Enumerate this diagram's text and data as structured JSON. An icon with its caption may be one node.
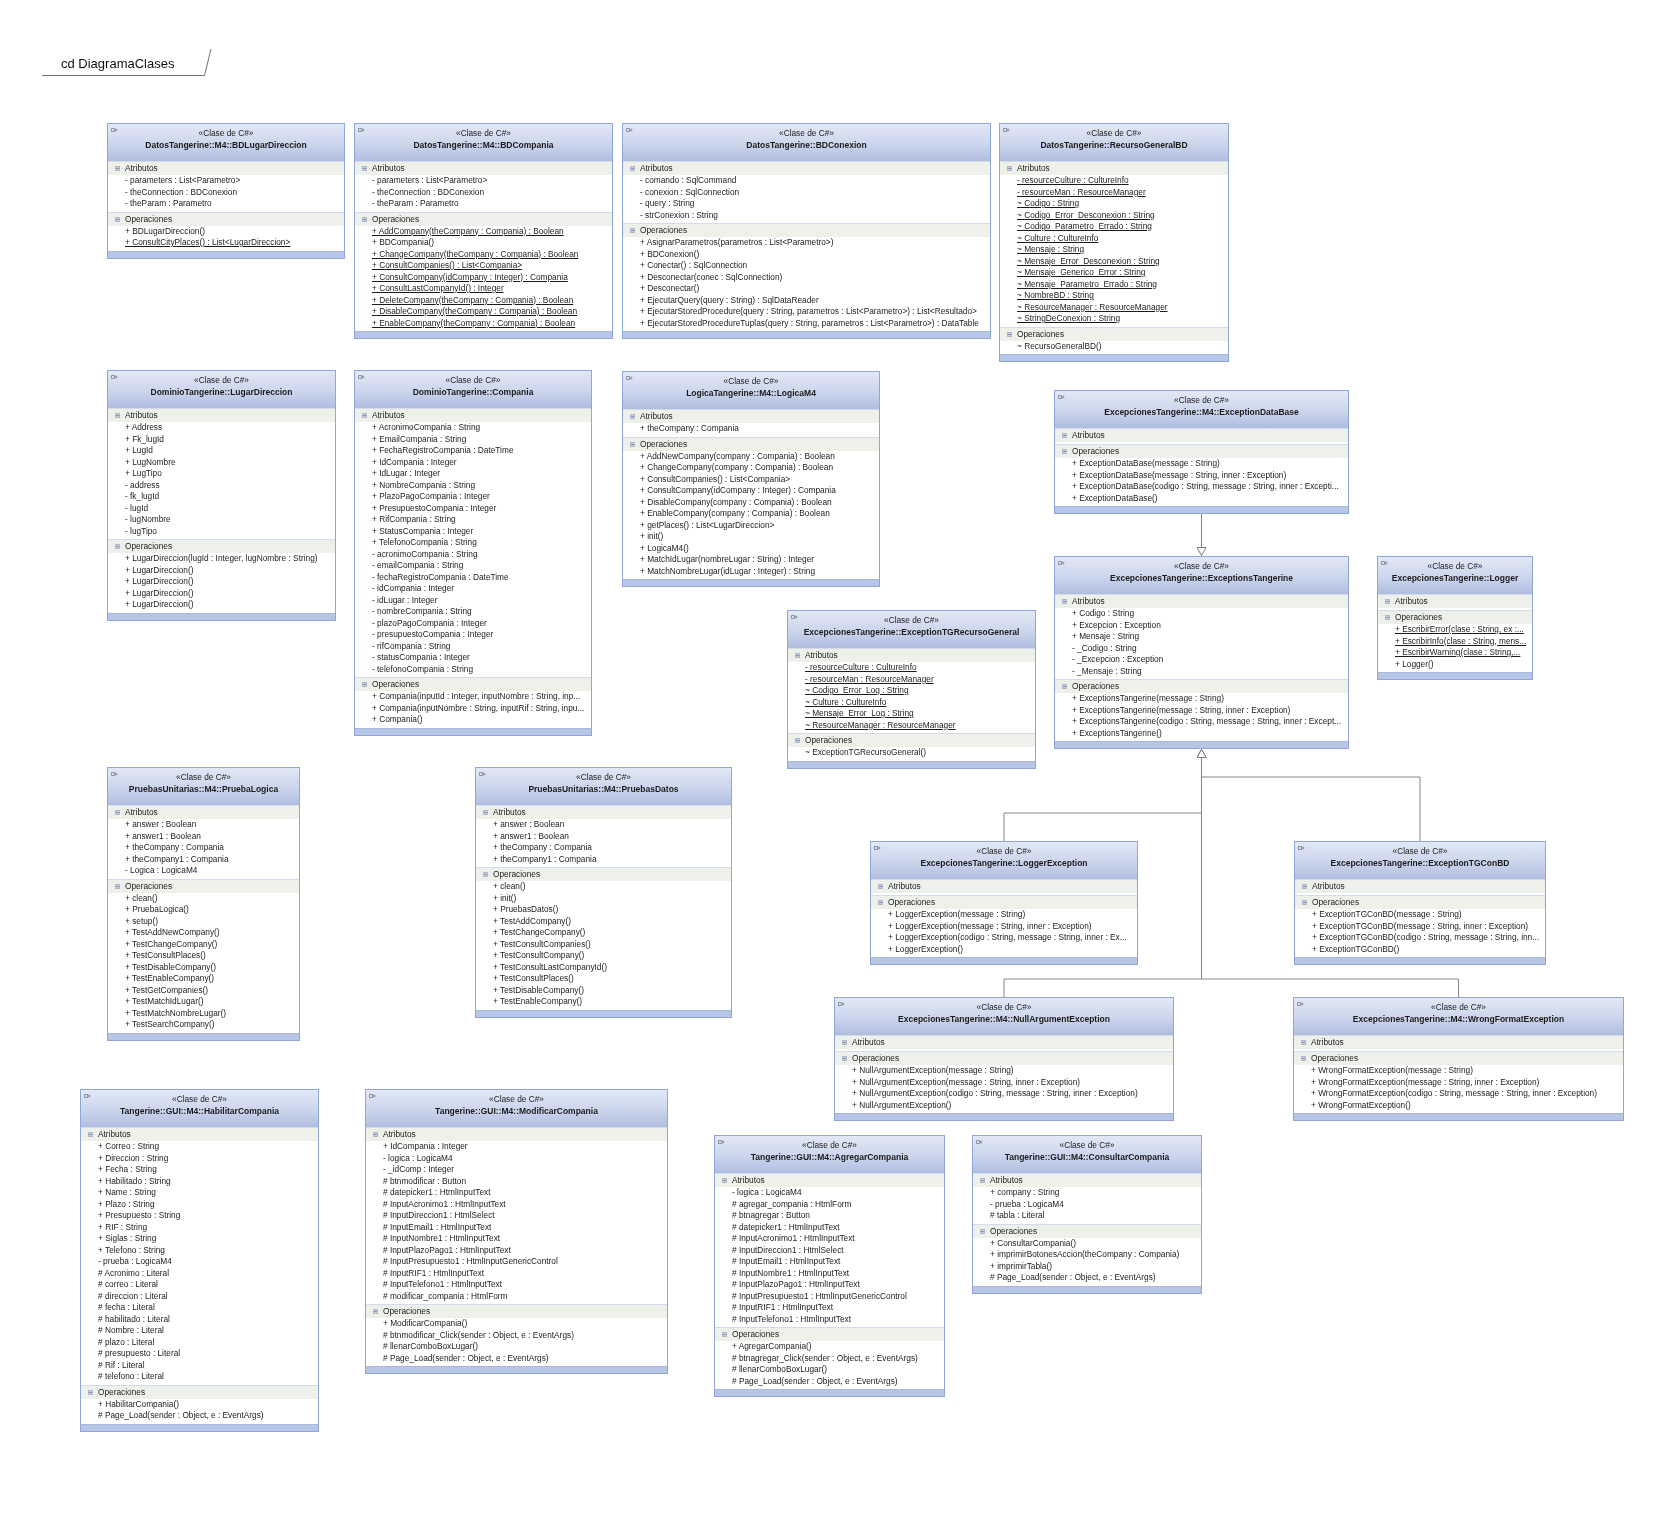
{
  "diagram": {
    "title": "cd DiagramaClases",
    "nodes": [
      {
        "text": [
          "«Clase de C#»",
          "DatosTangerine::M4::BDLugarDireccion"
        ]
      },
      {
        "text": [
          "Atributos",
          "- parameters : List<Parametro>",
          "- theConnection : BDConexion",
          "- theParam : Parametro"
        ],
        "in": 0
      },
      {
        "text": [
          "Operaciones",
          "+ BDLugarDireccion()",
          "+ ConsultCityPlaces() : List<LugarDireccion>"
        ],
        "in": 0
      },
      {
        "text": [
          "«Clase de C#»",
          "DatosTangerine::M4::BDCompania"
        ]
      },
      {
        "text": [
          "Atributos",
          "- parameters : List<Parametro>",
          "- theConnection : BDConexion",
          "- theParam : Parametro"
        ],
        "in": 3
      },
      {
        "text": [
          "Operaciones",
          "+ AddCompany(theCompany : Compania) : Boolean",
          "+ BDCompania()",
          "+ ChangeCompany(theCompany : Compania) : Boolean",
          "+ ConsultCompanies() : List<Compania>",
          "+ ConsultCompany(idCompany : Integer) : Compania",
          "+ ConsultLastCompanyId() : Integer",
          "+ DeleteCompany(theCompany : Compania) : Boolean",
          "+ DisableCompany(theCompany : Compania) : Boolean",
          "+ EnableCompany(theCompany : Compania) : Boolean"
        ],
        "in": 3
      },
      {
        "text": [
          "«Clase de C#»",
          "DatosTangerine::BDConexion"
        ]
      },
      {
        "text": [
          "Atributos",
          "- comando : SqlCommand",
          "- conexion : SqlConnection",
          "- query : String",
          "- strConexion : String"
        ],
        "in": 6
      },
      {
        "text": [
          "Operaciones",
          "+ AsignarParametros(parametros : List<Parametro>)",
          "+ BDConexion()",
          "+ Conectar() : SqlConnection",
          "+ Desconectar(conec : SqlConnection)",
          "+ Desconectar()",
          "+ EjecutarQuery(query : String) : SqlDataReader",
          "+ EjecutarStoredProcedure(query : String, parametros : List<Parametro>) : List<Resultado>",
          "+ EjecutarStoredProcedureTuplas(query : String, parametros : List<Parametro>) : DataTable"
        ],
        "in": 6
      },
      {
        "text": [
          "«Clase de C#»",
          "DatosTangerine::RecursoGeneralBD"
        ]
      },
      {
        "text": [
          "Atributos",
          "- resourceCulture : CultureInfo",
          "- resourceMan : ResourceManager",
          "~ Codigo : String",
          "~ Codigo_Error_Desconexion : String",
          "~ Codigo_Parametro_Errado : String",
          "~ Culture : CultureInfo",
          "~ Mensaje : String",
          "~ Mensaje_Error_Desconexion : String",
          "~ Mensaje_Generico_Error : String",
          "~ Mensaje_Parametro_Errado : String",
          "~ NombreBD : String",
          "~ ResourceManager : ResourceManager",
          "~ StringDeConexion : String"
        ],
        "in": 9
      },
      {
        "text": [
          "Operaciones",
          "~ RecursoGeneralBD()"
        ],
        "in": 9
      },
      {
        "text": [
          "«Clase de C#»",
          "DominioTangerine::LugarDireccion"
        ]
      },
      {
        "text": [
          "Atributos",
          "+ Address",
          "+ Fk_lugId",
          "+ LugId",
          "+ LugNombre",
          "+ LugTipo",
          "- address",
          "- fk_lugId",
          "- lugId",
          "- lugNombre",
          "- lugTipo"
        ],
        "in": 12
      },
      {
        "text": [
          "Operaciones",
          "+ LugarDireccion(lugId : Integer, lugNombre : String)",
          "+ LugarDireccion()",
          "+ LugarDireccion()",
          "+ LugarDireccion()",
          "+ LugarDireccion()"
        ],
        "in": 12
      },
      {
        "text": [
          "«Clase de C#»",
          "DominioTangerine::Compania"
        ]
      },
      {
        "text": [
          "Atributos",
          "+ AcronimoCompania : String",
          "+ EmailCompania : String",
          "+ FechaRegistroCompania : DateTime",
          "+ IdCompania : Integer",
          "+ IdLugar : Integer",
          "+ NombreCompania : String",
          "+ PlazoPagoCompania : Integer",
          "+ PresupuestoCompania : Integer",
          "+ RifCompania : String",
          "+ StatusCompania : Integer",
          "+ TelefonoCompania : String",
          "- acronimoCompania : String",
          "- emailCompania : String",
          "- fechaRegistroCompania : DateTime",
          "- idCompania : Integer",
          "- idLugar : Integer",
          "- nombreCompania : String",
          "- plazoPagoCompania : Integer",
          "- presupuestoCompania : Integer",
          "- rifCompania : String",
          "- statusCompania : Integer",
          "- telefonoCompania : String"
        ],
        "in": 15
      },
      {
        "text": [
          "Operaciones",
          "+ Compania(inputId : Integer, inputNombre : String, inp...",
          "+ Compania(inputNombre : String, inputRif : String, inpu...",
          "+ Compania()"
        ],
        "in": 15
      },
      {
        "text": [
          "«Clase de C#»",
          "LogicaTangerine::M4::LogicaM4"
        ]
      },
      {
        "text": [
          "Atributos",
          "+ theCompany : Compania"
        ],
        "in": 18
      },
      {
        "text": [
          "Operaciones",
          "+ AddNewCompany(company : Compania) : Boolean",
          "+ ChangeCompany(company : Compania) : Boolean",
          "+ ConsultCompanies() : List<Compania>",
          "+ ConsultCompany(idCompany : Integer) : Compania",
          "+ DisableCompany(company : Compania) : Boolean",
          "+ EnableCompany(company : Compania) : Boolean",
          "+ getPlaces() : List<LugarDireccion>",
          "+ init()",
          "+ LogicaM4()",
          "+ MatchIdLugar(nombreLugar : String) : Integer",
          "+ MatchNombreLugar(idLugar : Integer) : String"
        ],
        "in": 18
      },
      {
        "text": [
          "«Clase de C#»",
          "ExcepcionesTangerine::M4::ExceptionDataBase"
        ]
      },
      {
        "text": [
          "Atributos"
        ],
        "in": 21
      },
      {
        "text": [
          "Operaciones",
          "+ ExceptionDataBase(message : String)",
          "+ ExceptionDataBase(message : String, inner : Exception)",
          "+ ExceptionDataBase(codigo : String, message : String, inner : Excepti...",
          "+ ExceptionDataBase()"
        ],
        "in": 21
      },
      {
        "text": [
          "«Clase de C#»",
          "ExcepcionesTangerine::ExceptionsTangerine"
        ]
      },
      {
        "text": [
          "Atributos",
          "+ Codigo : String",
          "+ Excepcion : Exception",
          "+ Mensaje : String",
          "- _Codigo : String",
          "- _Excepcion : Exception",
          "- _Mensaje : String"
        ],
        "in": 24
      },
      {
        "text": [
          "Operaciones",
          "+ ExceptionsTangerine(message : String)",
          "+ ExceptionsTangerine(message : String, inner : Exception)",
          "+ ExceptionsTangerine(codigo : String, message : String, inner : Except...",
          "+ ExceptionsTangerine()"
        ],
        "in": 24
      },
      {
        "text": [
          "«Clase de C#»",
          "ExcepcionesTangerine::Logger"
        ]
      },
      {
        "text": [
          "Atributos"
        ],
        "in": 27
      },
      {
        "text": [
          "Operaciones",
          "+ EscribirError(clase : String, ex :...",
          "+ EscribirInfo(clase : String, mens...",
          "+ EscribirWarning(clase : String,...",
          "+ Logger()"
        ],
        "in": 27
      },
      {
        "text": [
          "«Clase de C#»",
          "ExcepcionesTangerine::ExceptionTGRecursoGeneral"
        ]
      },
      {
        "text": [
          "Atributos",
          "- resourceCulture : CultureInfo",
          "- resourceMan : ResourceManager",
          "~ Codigo_Error_Log : String",
          "~ Culture : CultureInfo",
          "~ Mensaje_Error_Log : String",
          "~ ResourceManager : ResourceManager"
        ],
        "in": 30
      },
      {
        "text": [
          "Operaciones",
          "~ ExceptionTGRecursoGeneral()"
        ],
        "in": 30
      },
      {
        "text": [
          "«Clase de C#»",
          "PruebasUnitarias::M4::PruebaLogica"
        ]
      },
      {
        "text": [
          "Atributos",
          "+ answer : Boolean",
          "+ answer1 : Boolean",
          "+ theCompany : Compania",
          "+ theCompany1 : Compania",
          "- Logica : LogicaM4"
        ],
        "in": 33
      },
      {
        "text": [
          "Operaciones",
          "+ clean()",
          "+ PruebaLogica()",
          "+ setup()",
          "+ TestAddNewCompany()",
          "+ TestChangeCompany()",
          "+ TestConsultPlaces()",
          "+ TestDisableCompany()",
          "+ TestEnableCompany()",
          "+ TestGetCompanies()",
          "+ TestMatchIdLugar()",
          "+ TestMatchNombreLugar()",
          "+ TestSearchCompany()"
        ],
        "in": 33
      },
      {
        "text": [
          "«Clase de C#»",
          "PruebasUnitarias::M4::PruebasDatos"
        ]
      },
      {
        "text": [
          "Atributos",
          "+ answer : Boolean",
          "+ answer1 : Boolean",
          "+ theCompany : Compania",
          "+ theCompany1 : Compania"
        ],
        "in": 36
      },
      {
        "text": [
          "Operaciones",
          "+ clean()",
          "+ init()",
          "+ PruebasDatos()",
          "+ TestAddCompany()",
          "+ TestChangeCompany()",
          "+ TestConsultCompanies()",
          "+ TestConsultCompany()",
          "+ TestConsultLastCompanyId()",
          "+ TestConsultPlaces()",
          "+ TestDisableCompany()",
          "+ TestEnableCompany()"
        ],
        "in": 36
      },
      {
        "text": [
          "«Clase de C#»",
          "ExcepcionesTangerine::LoggerException"
        ]
      },
      {
        "text": [
          "Atributos"
        ],
        "in": 39
      },
      {
        "text": [
          "Operaciones",
          "+ LoggerException(message : String)",
          "+ LoggerException(message : String, inner : Exception)",
          "+ LoggerException(codigo : String, message : String, inner : Ex...",
          "+ LoggerException()"
        ],
        "in": 39
      },
      {
        "text": [
          "«Clase de C#»",
          "ExcepcionesTangerine::ExceptionTGConBD"
        ]
      },
      {
        "text": [
          "Atributos"
        ],
        "in": 42
      },
      {
        "text": [
          "Operaciones",
          "+ ExceptionTGConBD(message : String)",
          "+ ExceptionTGConBD(message : String, inner : Exception)",
          "+ ExceptionTGConBD(codigo : String, message : String, inn...",
          "+ ExceptionTGConBD()"
        ],
        "in": 42
      },
      {
        "text": [
          "«Clase de C#»",
          "ExcepcionesTangerine::M4::NullArgumentException"
        ]
      },
      {
        "text": [
          "Atributos"
        ],
        "in": 45
      },
      {
        "text": [
          "Operaciones",
          "+ NullArgumentException(message : String)",
          "+ NullArgumentException(message : String, inner : Exception)",
          "+ NullArgumentException(codigo : String, message : String, inner : Exception)",
          "+ NullArgumentException()"
        ],
        "in": 45
      },
      {
        "text": [
          "«Clase de C#»",
          "ExcepcionesTangerine::M4::WrongFormatException"
        ]
      },
      {
        "text": [
          "Atributos"
        ],
        "in": 48
      },
      {
        "text": [
          "Operaciones",
          "+ WrongFormatException(message : String)",
          "+ WrongFormatException(message : String, inner : Exception)",
          "+ WrongFormatException(codigo : String, message : String, inner : Exception)",
          "+ WrongFormatException()"
        ],
        "in": 48
      },
      {
        "text": [
          "«Clase de C#»",
          "Tangerine::GUI::M4::HabilitarCompania"
        ]
      },
      {
        "text": [
          "Atributos",
          "+ Correo : String",
          "+ Direccion : String",
          "+ Fecha : String",
          "+ Habilitado : String",
          "+ Name : String",
          "+ Plazo : String",
          "+ Presupuesto : String",
          "+ RIF : String",
          "+ Siglas : String",
          "+ Telefono : String",
          "- prueba : LogicaM4",
          "# Acronimo : Literal",
          "# correo : Literal",
          "# direccion : Literal",
          "# fecha : Literal",
          "# habilitado : Literal",
          "# Nombre : Literal",
          "# plazo : Literal",
          "# presupuesto : Literal",
          "# Rif : Literal",
          "# telefono : Literal"
        ],
        "in": 51
      },
      {
        "text": [
          "Operaciones",
          "+ HabilitarCompania()",
          "# Page_Load(sender : Object, e : EventArgs)"
        ],
        "in": 51
      },
      {
        "text": [
          "«Clase de C#»",
          "Tangerine::GUI::M4::ModificarCompania"
        ]
      },
      {
        "text": [
          "Atributos",
          "+ IdCompania : Integer",
          "- logica : LogicaM4",
          "- _idComp : Integer",
          "# btnmodificar : Button",
          "# datepicker1 : HtmlInputText",
          "# InputAcronimo1 : HtmlInputText",
          "# InputDireccion1 : HtmlSelect",
          "# InputEmail1 : HtmlInputText",
          "# InputNombre1 : HtmlInputText",
          "# InputPlazoPago1 : HtmlInputText",
          "# InputPresupuesto1 : HtmlInputGenericControl",
          "# InputRIF1 : HtmlInputText",
          "# InputTelefono1 : HtmlInputText",
          "# modificar_compania : HtmlForm"
        ],
        "in": 54
      },
      {
        "text": [
          "Operaciones",
          "+ ModificarCompania()",
          "# btnmodificar_Click(sender : Object, e : EventArgs)",
          "# llenarComboBoxLugar()",
          "# Page_Load(sender : Object, e : EventArgs)"
        ],
        "in": 54
      },
      {
        "text": [
          "«Clase de C#»",
          "Tangerine::GUI::M4::AgregarCompania"
        ]
      },
      {
        "text": [
          "Atributos",
          "- logica : LogicaM4",
          "# agregar_compania : HtmlForm",
          "# btnagregar : Button",
          "# datepicker1 : HtmlInputText",
          "# InputAcronimo1 : HtmlInputText",
          "# InputDireccion1 : HtmlSelect",
          "# InputEmail1 : HtmlInputText",
          "# InputNombre1 : HtmlInputText",
          "# InputPlazoPago1 : HtmlInputText",
          "# InputPresupuesto1 : HtmlInputGenericControl",
          "# InputRIF1 : HtmlInputText",
          "# InputTelefono1 : HtmlInputText"
        ],
        "in": 57
      },
      {
        "text": [
          "Operaciones",
          "+ AgregarCompania()",
          "# btnagregar_Click(sender : Object, e : EventArgs)",
          "# llenarComboBoxLugar()",
          "# Page_Load(sender : Object, e : EventArgs)"
        ],
        "in": 57
      },
      {
        "text": [
          "«Clase de C#»",
          "Tangerine::GUI::M4::ConsultarCompania"
        ]
      },
      {
        "text": [
          "Atributos",
          "+ company : String",
          "- prueba : LogicaM4",
          "# tabla : Literal"
        ],
        "in": 60
      },
      {
        "text": [
          "Operaciones",
          "+ ConsultarCompania()",
          "+ imprimirBotonesAccion(theCompany : Compania)",
          "+ imprimirTabla()",
          "# Page_Load(sender : Object, e : EventArgs)"
        ],
        "in": 60
      }
    ],
    "edges": [
      {
        "from": 21,
        "to": 24,
        "arrow": "to"
      },
      {
        "from": 39,
        "to": 24,
        "arrow": "to"
      },
      {
        "from": 42,
        "to": 24,
        "arrow": "to"
      },
      {
        "from": 45,
        "to": 24,
        "arrow": "to"
      },
      {
        "from": 48,
        "to": 24,
        "arrow": "to"
      }
    ]
  }
}
